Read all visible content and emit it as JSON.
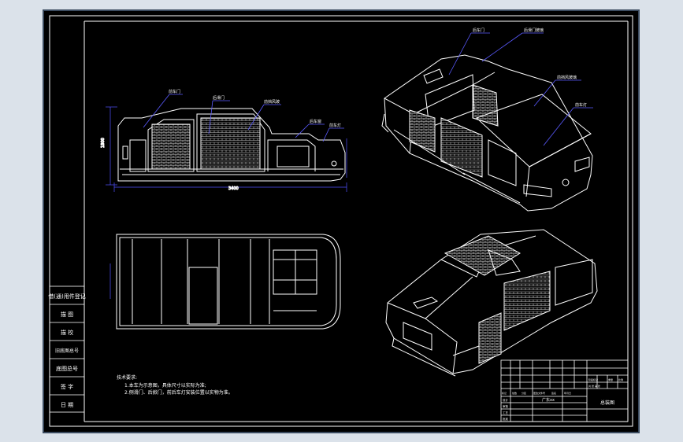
{
  "sidebar": {
    "rows": [
      "借(通)用件登记",
      "描 图",
      "描 校",
      "旧底图总号",
      "底图总号",
      "签 字",
      "日 期"
    ]
  },
  "tech_notes": {
    "title": "技术要求:",
    "lines": [
      "1.本车为示意图，具体尺寸以实际为准;",
      "2.侧滑门、后掀门，前后车灯安装位置以实物为准。"
    ]
  },
  "side_view": {
    "callouts": [
      "前车门",
      "后滑门",
      "前挡风玻",
      "后车窗",
      "前车灯"
    ],
    "dimensions": [
      "1800",
      "3400"
    ]
  },
  "iso_view_top": {
    "callouts": [
      "后车门",
      "后滑门玻璃",
      "前挡风玻璃",
      "前车灯"
    ]
  },
  "title_block": {
    "drawing_name": "总装图",
    "logo_text": "广东xx",
    "row_labels": [
      "标记",
      "处数",
      "分区",
      "更改文件号",
      "签名",
      "年月日"
    ],
    "role_labels": [
      "设计",
      "审核",
      "工艺",
      "批准"
    ],
    "stage_labels": [
      "阶段标记",
      "重量",
      "比例"
    ],
    "sheet_label": "共 张 第 张"
  },
  "colors": {
    "background": "#dbe2ea",
    "frame_border": "#3a4a5e",
    "sheet": "#000000",
    "lines": "#ffffff",
    "leaders": "#5a5aff",
    "dimensions": "#5050ff",
    "hatch": "#c8c8c8"
  }
}
